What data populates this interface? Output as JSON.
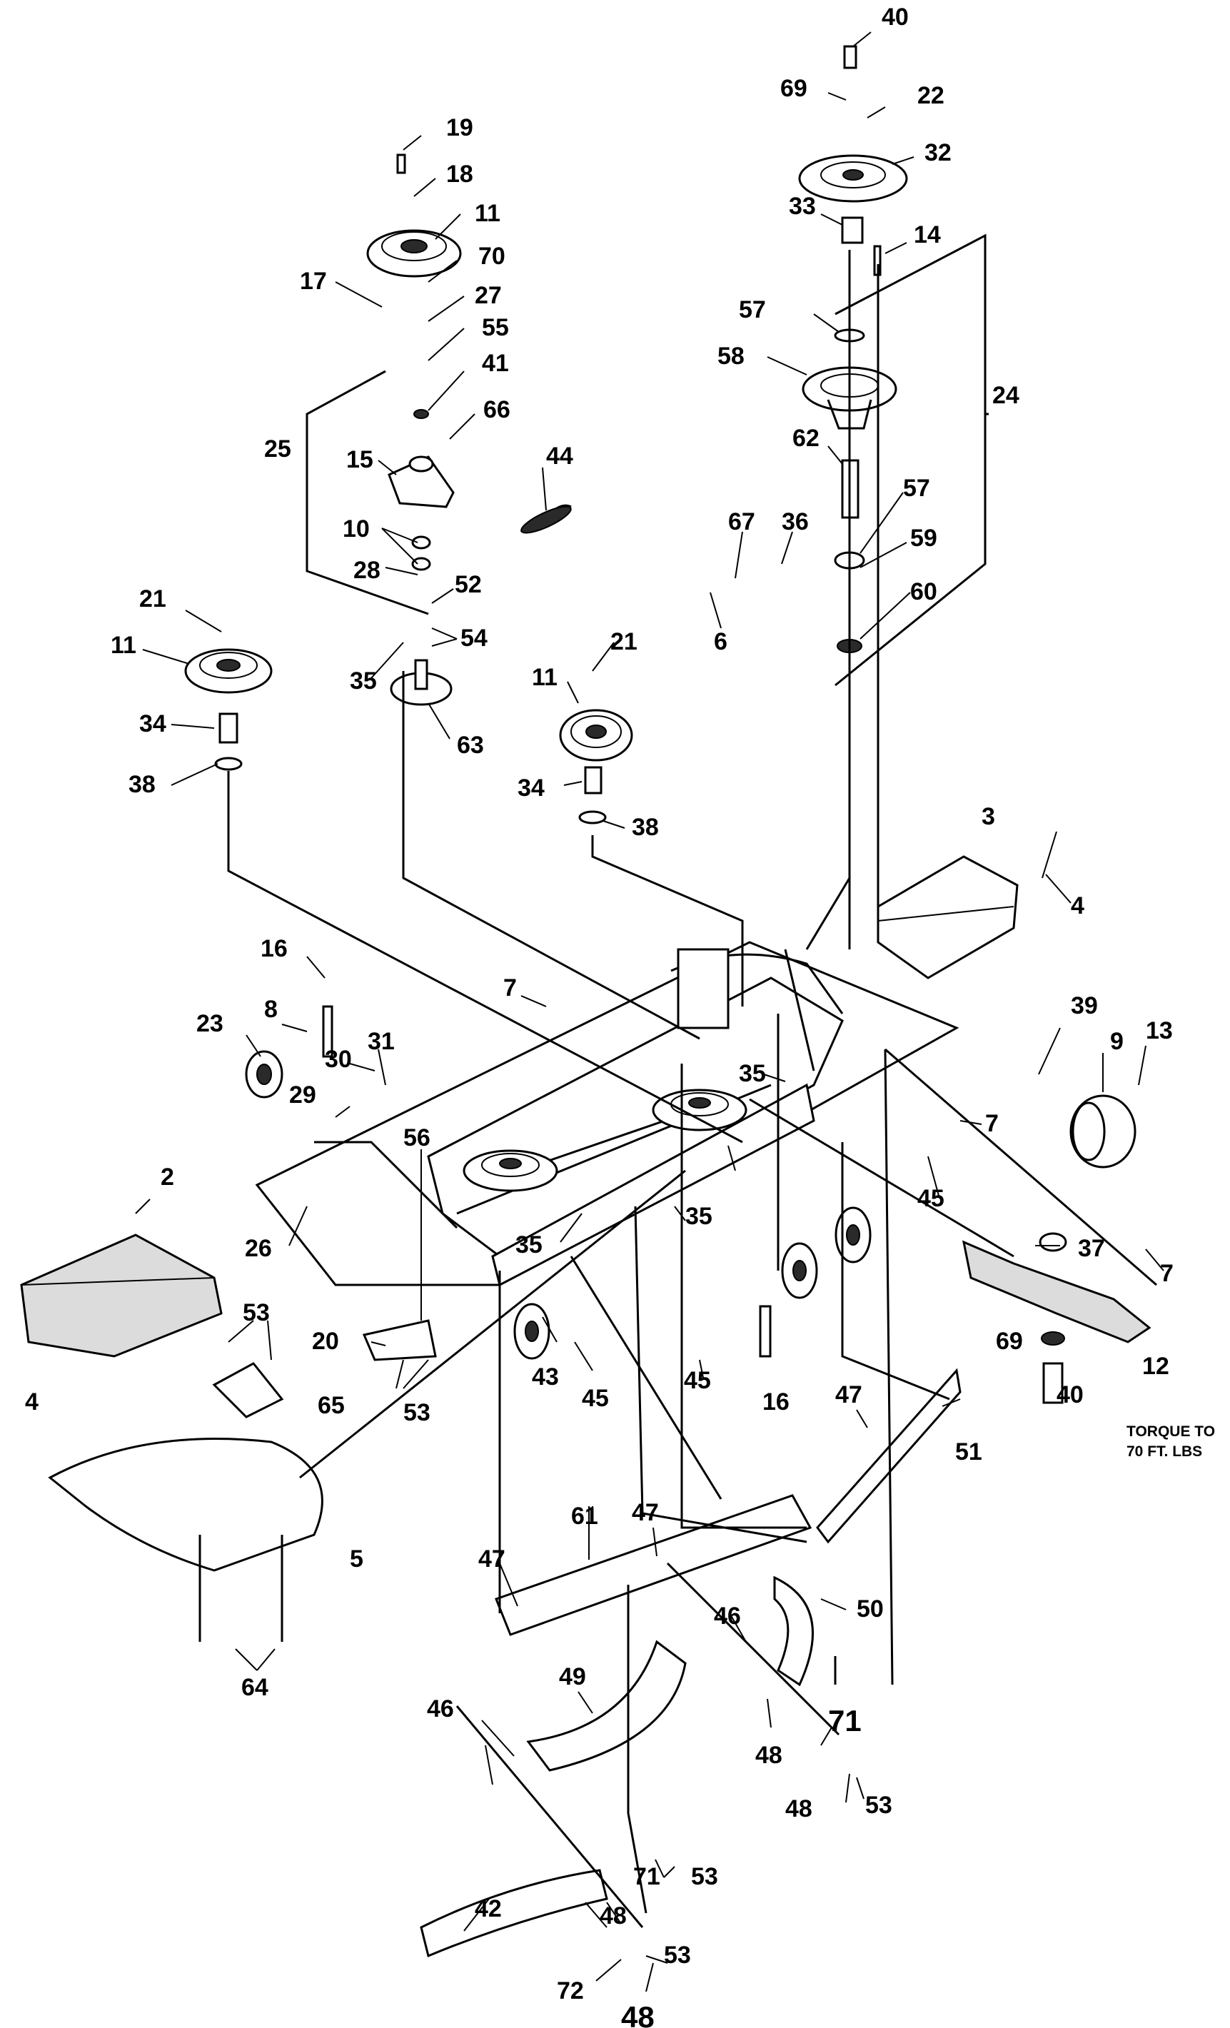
{
  "diagram": {
    "callouts": [
      {
        "id": "c40a",
        "label": "40"
      },
      {
        "id": "c69a",
        "label": "69"
      },
      {
        "id": "c22",
        "label": "22"
      },
      {
        "id": "c32",
        "label": "32"
      },
      {
        "id": "c33",
        "label": "33"
      },
      {
        "id": "c14",
        "label": "14"
      },
      {
        "id": "c57a",
        "label": "57"
      },
      {
        "id": "c58",
        "label": "58"
      },
      {
        "id": "c24",
        "label": "24"
      },
      {
        "id": "c62",
        "label": "62"
      },
      {
        "id": "c57b",
        "label": "57"
      },
      {
        "id": "c59",
        "label": "59"
      },
      {
        "id": "c60",
        "label": "60"
      },
      {
        "id": "c19",
        "label": "19"
      },
      {
        "id": "c18",
        "label": "18"
      },
      {
        "id": "c11a",
        "label": "11"
      },
      {
        "id": "c70",
        "label": "70"
      },
      {
        "id": "c17",
        "label": "17"
      },
      {
        "id": "c27",
        "label": "27"
      },
      {
        "id": "c55",
        "label": "55"
      },
      {
        "id": "c41",
        "label": "41"
      },
      {
        "id": "c66",
        "label": "66"
      },
      {
        "id": "c25",
        "label": "25"
      },
      {
        "id": "c15",
        "label": "15"
      },
      {
        "id": "c44",
        "label": "44"
      },
      {
        "id": "c10",
        "label": "10"
      },
      {
        "id": "c28",
        "label": "28"
      },
      {
        "id": "c52",
        "label": "52"
      },
      {
        "id": "c54",
        "label": "54"
      },
      {
        "id": "c35a",
        "label": "35"
      },
      {
        "id": "c63",
        "label": "63"
      },
      {
        "id": "c67",
        "label": "67"
      },
      {
        "id": "c36",
        "label": "36"
      },
      {
        "id": "c6",
        "label": "6"
      },
      {
        "id": "c21a",
        "label": "21"
      },
      {
        "id": "c11b",
        "label": "11"
      },
      {
        "id": "c34a",
        "label": "34"
      },
      {
        "id": "c38a",
        "label": "38"
      },
      {
        "id": "c21b",
        "label": "21"
      },
      {
        "id": "c11c",
        "label": "11"
      },
      {
        "id": "c34b",
        "label": "34"
      },
      {
        "id": "c38b",
        "label": "38"
      },
      {
        "id": "c3",
        "label": "3"
      },
      {
        "id": "c4a",
        "label": "4"
      },
      {
        "id": "c16a",
        "label": "16"
      },
      {
        "id": "c7a",
        "label": "7"
      },
      {
        "id": "c39",
        "label": "39"
      },
      {
        "id": "c9",
        "label": "9"
      },
      {
        "id": "c13",
        "label": "13"
      },
      {
        "id": "c23",
        "label": "23"
      },
      {
        "id": "c8",
        "label": "8"
      },
      {
        "id": "c30",
        "label": "30"
      },
      {
        "id": "c31",
        "label": "31"
      },
      {
        "id": "c29",
        "label": "29"
      },
      {
        "id": "c35b",
        "label": "35"
      },
      {
        "id": "c7b",
        "label": "7"
      },
      {
        "id": "c56",
        "label": "56"
      },
      {
        "id": "c45a",
        "label": "45"
      },
      {
        "id": "c2",
        "label": "2"
      },
      {
        "id": "c26",
        "label": "26"
      },
      {
        "id": "c35c",
        "label": "35"
      },
      {
        "id": "c35d",
        "label": "35"
      },
      {
        "id": "c37",
        "label": "37"
      },
      {
        "id": "c7c",
        "label": "7"
      },
      {
        "id": "c53a",
        "label": "53"
      },
      {
        "id": "c20",
        "label": "20"
      },
      {
        "id": "c43",
        "label": "43"
      },
      {
        "id": "c45b",
        "label": "45"
      },
      {
        "id": "c45c",
        "label": "45"
      },
      {
        "id": "c16b",
        "label": "16"
      },
      {
        "id": "c12",
        "label": "12"
      },
      {
        "id": "c69b",
        "label": "69"
      },
      {
        "id": "c40b",
        "label": "40"
      },
      {
        "id": "c4b",
        "label": "4"
      },
      {
        "id": "c65",
        "label": "65"
      },
      {
        "id": "c53b",
        "label": "53"
      },
      {
        "id": "c47a",
        "label": "47"
      },
      {
        "id": "c51",
        "label": "51"
      },
      {
        "id": "c5",
        "label": "5"
      },
      {
        "id": "c61",
        "label": "61"
      },
      {
        "id": "c47b",
        "label": "47"
      },
      {
        "id": "c47c",
        "label": "47"
      },
      {
        "id": "c50",
        "label": "50"
      },
      {
        "id": "c64",
        "label": "64"
      },
      {
        "id": "c46a",
        "label": "46"
      },
      {
        "id": "c49",
        "label": "49"
      },
      {
        "id": "c46b",
        "label": "46"
      },
      {
        "id": "c48a",
        "label": "48"
      },
      {
        "id": "c71a",
        "label": "71"
      },
      {
        "id": "c48b",
        "label": "48"
      },
      {
        "id": "c53c",
        "label": "53"
      },
      {
        "id": "c71b",
        "label": "71"
      },
      {
        "id": "c53d",
        "label": "53"
      },
      {
        "id": "c48c",
        "label": "48"
      },
      {
        "id": "c42",
        "label": "42"
      },
      {
        "id": "c72",
        "label": "72"
      },
      {
        "id": "c53e",
        "label": "53"
      },
      {
        "id": "c48d",
        "label": "48"
      }
    ],
    "note_line1": "TORQUE TO",
    "note_line2": "70 FT. LBS"
  }
}
